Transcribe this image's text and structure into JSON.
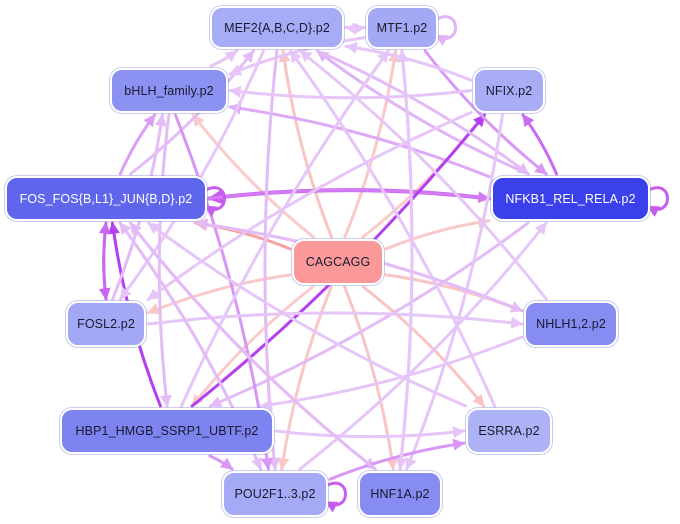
{
  "nodes": [
    {
      "id": "mef2",
      "label": "MEF2{A,B,C,D}.p2",
      "color": "#a7acf6"
    },
    {
      "id": "mtf1",
      "label": "MTF1.p2",
      "color": "#a4a9f6"
    },
    {
      "id": "bhlh",
      "label": "bHLH_family.p2",
      "color": "#8c92f2"
    },
    {
      "id": "nfix",
      "label": "NFIX.p2",
      "color": "#a8adf6"
    },
    {
      "id": "fos",
      "label": "FOS_FOS{B,L1}_JUN{B,D}.p2",
      "color": "#5f66ec"
    },
    {
      "id": "nfkb1",
      "label": "NFKB1_REL_RELA.p2",
      "color": "#3a40ea"
    },
    {
      "id": "cagcagg",
      "label": "CAGCAGG",
      "color": "#fb9899"
    },
    {
      "id": "fosl2",
      "label": "FOSL2.p2",
      "color": "#a3a8f6"
    },
    {
      "id": "nhlh",
      "label": "NHLH1,2.p2",
      "color": "#868cf1"
    },
    {
      "id": "hbp1",
      "label": "HBP1_HMGB_SSRP1_UBTF.p2",
      "color": "#7d84ef"
    },
    {
      "id": "esrra",
      "label": "ESRRA.p2",
      "color": "#aeb2f7"
    },
    {
      "id": "pou2f1",
      "label": "POU2F1..3.p2",
      "color": "#a5aaf6"
    },
    {
      "id": "hnf1a",
      "label": "HNF1A.p2",
      "color": "#868cf1"
    }
  ],
  "edges": [
    {
      "from": "cagcagg",
      "to": "fos",
      "color": "#f8a3a0",
      "weight": 3
    },
    {
      "from": "cagcagg",
      "to": "mef2",
      "color": "#fbc4c4",
      "weight": 3
    },
    {
      "from": "cagcagg",
      "to": "mtf1",
      "color": "#fbc8c8",
      "weight": 3
    },
    {
      "from": "cagcagg",
      "to": "bhlh",
      "color": "#fbcaca",
      "weight": 3
    },
    {
      "from": "cagcagg",
      "to": "nfix",
      "color": "#fbcaca",
      "weight": 3
    },
    {
      "from": "cagcagg",
      "to": "nfkb1",
      "color": "#fbc8c8",
      "weight": 3
    },
    {
      "from": "cagcagg",
      "to": "fosl2",
      "color": "#fbc8c8",
      "weight": 3
    },
    {
      "from": "cagcagg",
      "to": "nhlh",
      "color": "#fbc4c4",
      "weight": 3
    },
    {
      "from": "cagcagg",
      "to": "hbp1",
      "color": "#fbcaca",
      "weight": 3
    },
    {
      "from": "cagcagg",
      "to": "esrra",
      "color": "#fbc4c4",
      "weight": 3
    },
    {
      "from": "cagcagg",
      "to": "pou2f1",
      "color": "#fbc6c6",
      "weight": 3
    },
    {
      "from": "cagcagg",
      "to": "hnf1a",
      "color": "#fbc4c4",
      "weight": 3
    },
    {
      "from": "nfkb1",
      "to": "fos",
      "color": "#c65cf0",
      "weight": 4
    },
    {
      "from": "fos",
      "to": "nfkb1",
      "color": "#d27bf3",
      "weight": 3
    },
    {
      "from": "nfkb1",
      "to": "nfix",
      "color": "#c96cf1",
      "weight": 3
    },
    {
      "from": "nfkb1",
      "to": "mef2",
      "color": "#e0b4f7",
      "weight": 3
    },
    {
      "from": "nfkb1",
      "to": "bhlh",
      "color": "#dea9f6",
      "weight": 3
    },
    {
      "from": "nfkb1",
      "to": "hbp1",
      "color": "#e3bcf7",
      "weight": 3
    },
    {
      "from": "hbp1",
      "to": "nfix",
      "color": "#b43ff0",
      "weight": 3
    },
    {
      "from": "hbp1",
      "to": "fos",
      "color": "#b43ff0",
      "weight": 3
    },
    {
      "from": "fos",
      "to": "fosl2",
      "color": "#c967f1",
      "weight": 3
    },
    {
      "from": "fos",
      "to": "bhlh",
      "color": "#d9a0f6",
      "weight": 3
    },
    {
      "from": "fos",
      "to": "mef2",
      "color": "#e2bbf7",
      "weight": 3
    },
    {
      "from": "fos",
      "to": "nhlh",
      "color": "#e3bff7",
      "weight": 3
    },
    {
      "from": "fos",
      "to": "hnf1a",
      "color": "#e3bcf7",
      "weight": 3
    },
    {
      "from": "fos",
      "to": "pou2f1",
      "color": "#e6c7f8",
      "weight": 3
    },
    {
      "from": "mef2",
      "to": "mtf1",
      "color": "#e3bcf7",
      "weight": 3
    },
    {
      "from": "mtf1",
      "to": "mef2",
      "color": "#e6c6f8",
      "weight": 3
    },
    {
      "from": "mtf1",
      "to": "bhlh",
      "color": "#e6c6f8",
      "weight": 3
    },
    {
      "from": "mtf1",
      "to": "hnf1a",
      "color": "#e6c6f8",
      "weight": 3
    },
    {
      "from": "mtf1",
      "to": "nfkb1",
      "color": "#d897f5",
      "weight": 3
    },
    {
      "from": "mef2",
      "to": "nfkb1",
      "color": "#e3bcf7",
      "weight": 3
    },
    {
      "from": "mef2",
      "to": "pou2f1",
      "color": "#e3bcf7",
      "weight": 3
    },
    {
      "from": "mef2",
      "to": "fosl2",
      "color": "#e6c6f8",
      "weight": 3
    },
    {
      "from": "bhlh",
      "to": "mef2",
      "color": "#e6c6f8",
      "weight": 3
    },
    {
      "from": "bhlh",
      "to": "pou2f1",
      "color": "#d897f5",
      "weight": 3
    },
    {
      "from": "bhlh",
      "to": "hbp1",
      "color": "#e3bcf7",
      "weight": 3
    },
    {
      "from": "nfix",
      "to": "bhlh",
      "color": "#e6c6f8",
      "weight": 3
    },
    {
      "from": "nfix",
      "to": "fosl2",
      "color": "#e6c6f8",
      "weight": 3
    },
    {
      "from": "nfix",
      "to": "hnf1a",
      "color": "#e6c6f8",
      "weight": 3
    },
    {
      "from": "nfix",
      "to": "mef2",
      "color": "#e6c6f8",
      "weight": 3
    },
    {
      "from": "fosl2",
      "to": "fos",
      "color": "#c967f1",
      "weight": 3
    },
    {
      "from": "fosl2",
      "to": "bhlh",
      "color": "#e3bcf7",
      "weight": 3
    },
    {
      "from": "fosl2",
      "to": "nhlh",
      "color": "#e6c6f8",
      "weight": 3
    },
    {
      "from": "nhlh",
      "to": "mef2",
      "color": "#e6c6f8",
      "weight": 3
    },
    {
      "from": "nhlh",
      "to": "hbp1",
      "color": "#e6c6f8",
      "weight": 3
    },
    {
      "from": "nhlh",
      "to": "fos",
      "color": "#e3bcf7",
      "weight": 3
    },
    {
      "from": "hbp1",
      "to": "mtf1",
      "color": "#e6c6f8",
      "weight": 3
    },
    {
      "from": "hbp1",
      "to": "esrra",
      "color": "#e6c6f8",
      "weight": 3
    },
    {
      "from": "hbp1",
      "to": "pou2f1",
      "color": "#d897f5",
      "weight": 3
    },
    {
      "from": "pou2f1",
      "to": "fos",
      "color": "#e3bcf7",
      "weight": 3
    },
    {
      "from": "pou2f1",
      "to": "esrra",
      "color": "#d897f5",
      "weight": 3
    },
    {
      "from": "pou2f1",
      "to": "nfkb1",
      "color": "#e6c6f8",
      "weight": 3
    },
    {
      "from": "hnf1a",
      "to": "fos",
      "color": "#e3bcf7",
      "weight": 3
    },
    {
      "from": "hnf1a",
      "to": "mtf1",
      "color": "#e6c6f8",
      "weight": 3
    },
    {
      "from": "esrra",
      "to": "fos",
      "color": "#e6c6f8",
      "weight": 3
    },
    {
      "from": "esrra",
      "to": "mef2",
      "color": "#e6c6f8",
      "weight": 3
    }
  ],
  "self_loops": [
    {
      "node": "nfkb1",
      "color": "#c65cf0"
    },
    {
      "node": "pou2f1",
      "color": "#c65cf0"
    },
    {
      "node": "mtf1",
      "color": "#e0b4f7"
    },
    {
      "node": "fos",
      "color": "#c65cf0"
    }
  ]
}
